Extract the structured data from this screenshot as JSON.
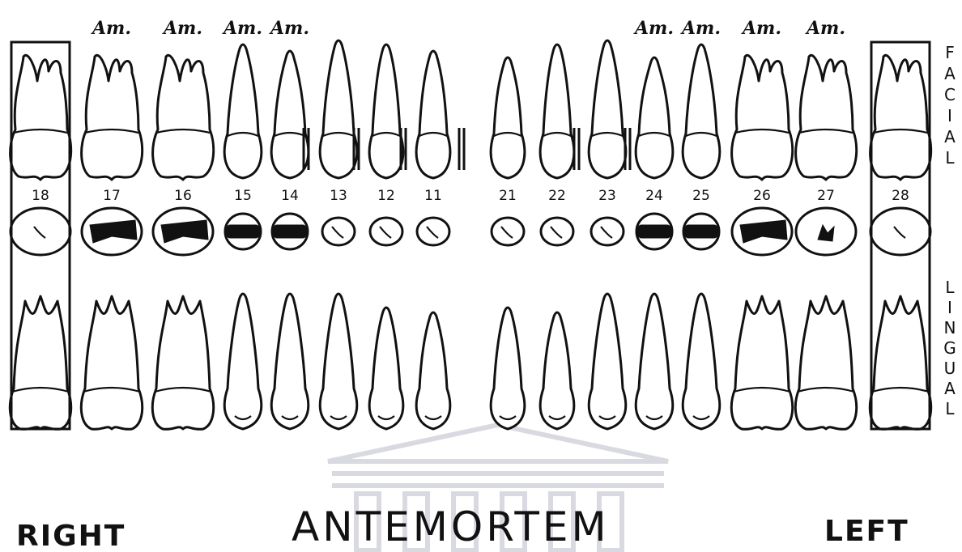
{
  "chart": {
    "facial_label": "FACIAL",
    "lingual_label": "LINGUAL",
    "right_label": "RIGHT",
    "left_label": "LEFT",
    "title": "ANTEMORTEM",
    "teeth": [
      {
        "number": "18",
        "note": "",
        "type": "molar",
        "missing": true,
        "filling": "none"
      },
      {
        "number": "17",
        "note": "Am.",
        "type": "molar",
        "missing": false,
        "filling": "large"
      },
      {
        "number": "16",
        "note": "Am.",
        "type": "molar",
        "missing": false,
        "filling": "large"
      },
      {
        "number": "15",
        "note": "Am.",
        "type": "premolar",
        "missing": false,
        "filling": "band"
      },
      {
        "number": "14",
        "note": "Am.",
        "type": "premolar",
        "missing": false,
        "filling": "band"
      },
      {
        "number": "13",
        "note": "",
        "type": "canine",
        "missing": false,
        "filling": "none"
      },
      {
        "number": "12",
        "note": "",
        "type": "incisor",
        "missing": false,
        "filling": "none"
      },
      {
        "number": "11",
        "note": "",
        "type": "incisor",
        "missing": false,
        "filling": "none"
      },
      {
        "number": "21",
        "note": "",
        "type": "incisor",
        "missing": false,
        "filling": "none"
      },
      {
        "number": "22",
        "note": "",
        "type": "incisor",
        "missing": false,
        "filling": "none"
      },
      {
        "number": "23",
        "note": "",
        "type": "canine",
        "missing": false,
        "filling": "none"
      },
      {
        "number": "24",
        "note": "Am.",
        "type": "premolar",
        "missing": false,
        "filling": "band"
      },
      {
        "number": "25",
        "note": "Am.",
        "type": "premolar",
        "missing": false,
        "filling": "band"
      },
      {
        "number": "26",
        "note": "Am.",
        "type": "molar",
        "missing": false,
        "filling": "large"
      },
      {
        "number": "27",
        "note": "Am.",
        "type": "molar",
        "missing": false,
        "filling": "small"
      },
      {
        "number": "28",
        "note": "",
        "type": "molar",
        "missing": true,
        "filling": "none"
      }
    ]
  }
}
